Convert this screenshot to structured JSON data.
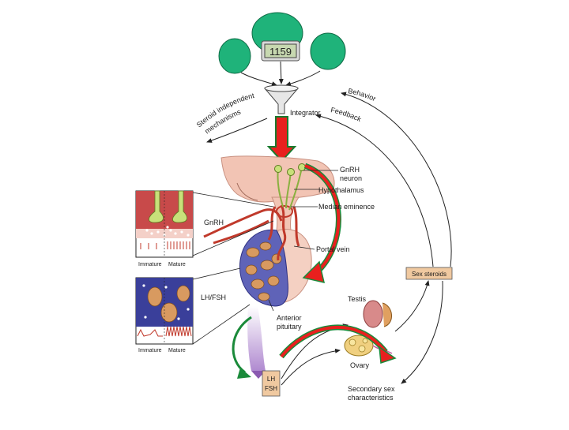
{
  "clock": {
    "display": "1159"
  },
  "labels": {
    "integrator": "Integrator",
    "steroid_independent": "Steroid independent",
    "mechanisms": "mechanisms",
    "behavior": "Behavior",
    "feedback": "Feedback",
    "gnrh_neuron_1": "GnRH",
    "gnrh_neuron_2": "neuron",
    "hypothalamus": "Hypothalamus",
    "median_eminence": "Median eminence",
    "portal_vein": "Portal vein",
    "sex_steroids": "Sex steroids",
    "testis": "Testis",
    "anterior_pituitary_1": "Anterior",
    "anterior_pituitary_2": "pituitary",
    "lh": "LH",
    "fsh": "FSH",
    "ovary": "Ovary",
    "secondary_sex_1": "Secondary sex",
    "secondary_sex_2": "characteristics"
  },
  "inset_top": {
    "label": "GnRH",
    "caption_left": "Immature",
    "caption_right": "Mature"
  },
  "inset_bottom": {
    "label": "LH/FSH",
    "caption_left": "Immature",
    "caption_right": "Mature"
  },
  "colors": {
    "green_blob": "#1fb37a",
    "red_arrow": "#e8201e",
    "green_outline": "#1a8a3a",
    "sex_steroid_box": "#f0c9a0",
    "pituitary_blue": "#5f63b8",
    "vessel_red": "#c0392b",
    "skin": "#f2c4b4"
  }
}
